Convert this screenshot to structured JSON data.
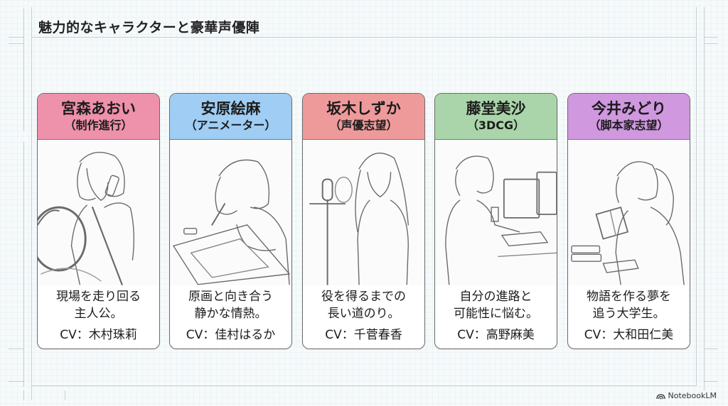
{
  "slide": {
    "title": "魅力的なキャラクターと豪華声優陣",
    "brand": "NotebookLM",
    "brand_icon": "notebooklm-logo-icon"
  },
  "cards": [
    {
      "name": "宮森あおい",
      "role": "（制作進行）",
      "header_color": "#ee91ab",
      "illustration": "girl-driving-on-phone",
      "desc_line1": "現場を走り回る",
      "desc_line2": "主人公。",
      "cv": "CV：木村珠莉"
    },
    {
      "name": "安原絵麻",
      "role": "（アニメーター）",
      "header_color": "#9fcdf3",
      "illustration": "girl-drawing-at-desk",
      "desc_line1": "原画と向き合う",
      "desc_line2": "静かな情熱。",
      "cv": "CV：佳村はるか"
    },
    {
      "name": "坂木しずか",
      "role": "（声優志望）",
      "header_color": "#ee9a9a",
      "illustration": "girl-with-microphone",
      "desc_line1": "役を得るまでの",
      "desc_line2": "長い道のり。",
      "cv": "CV：千菅春香"
    },
    {
      "name": "藤堂美沙",
      "role": "（3DCG）",
      "header_color": "#aad5aa",
      "illustration": "girl-at-computer",
      "desc_line1": "自分の進路と",
      "desc_line2": "可能性に悩む。",
      "cv": "CV：高野麻美"
    },
    {
      "name": "今井みどり",
      "role": "（脚本家志望）",
      "header_color": "#cf98df",
      "illustration": "girl-reading-book",
      "desc_line1": "物語を作る夢を",
      "desc_line2": "追う大学生。",
      "cv": "CV：大和田仁美"
    }
  ]
}
